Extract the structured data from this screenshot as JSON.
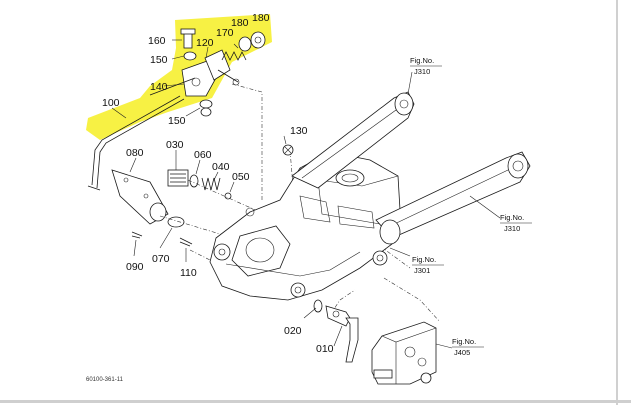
{
  "diagram": {
    "highlight_color": "#f7f03a",
    "part_numbers": {
      "p160": "160",
      "p150a": "150",
      "p120": "120",
      "p170": "170",
      "p180a": "180",
      "p180b": "180",
      "p140": "140",
      "p150b": "150",
      "p100": "100",
      "p130": "130",
      "p080": "080",
      "p030": "030",
      "p060": "060",
      "p040": "040",
      "p050": "050",
      "p090": "090",
      "p070": "070",
      "p110": "110",
      "p020": "020",
      "p010": "010"
    },
    "figure_refs": [
      {
        "line1": "Fig.No.",
        "line2": "J310"
      },
      {
        "line1": "Fig.No.",
        "line2": "J310"
      },
      {
        "line1": "Fig.No.",
        "line2": "J301"
      },
      {
        "line1": "Fig.No.",
        "line2": "J405"
      }
    ],
    "drawing_code": "60100-361-11"
  }
}
